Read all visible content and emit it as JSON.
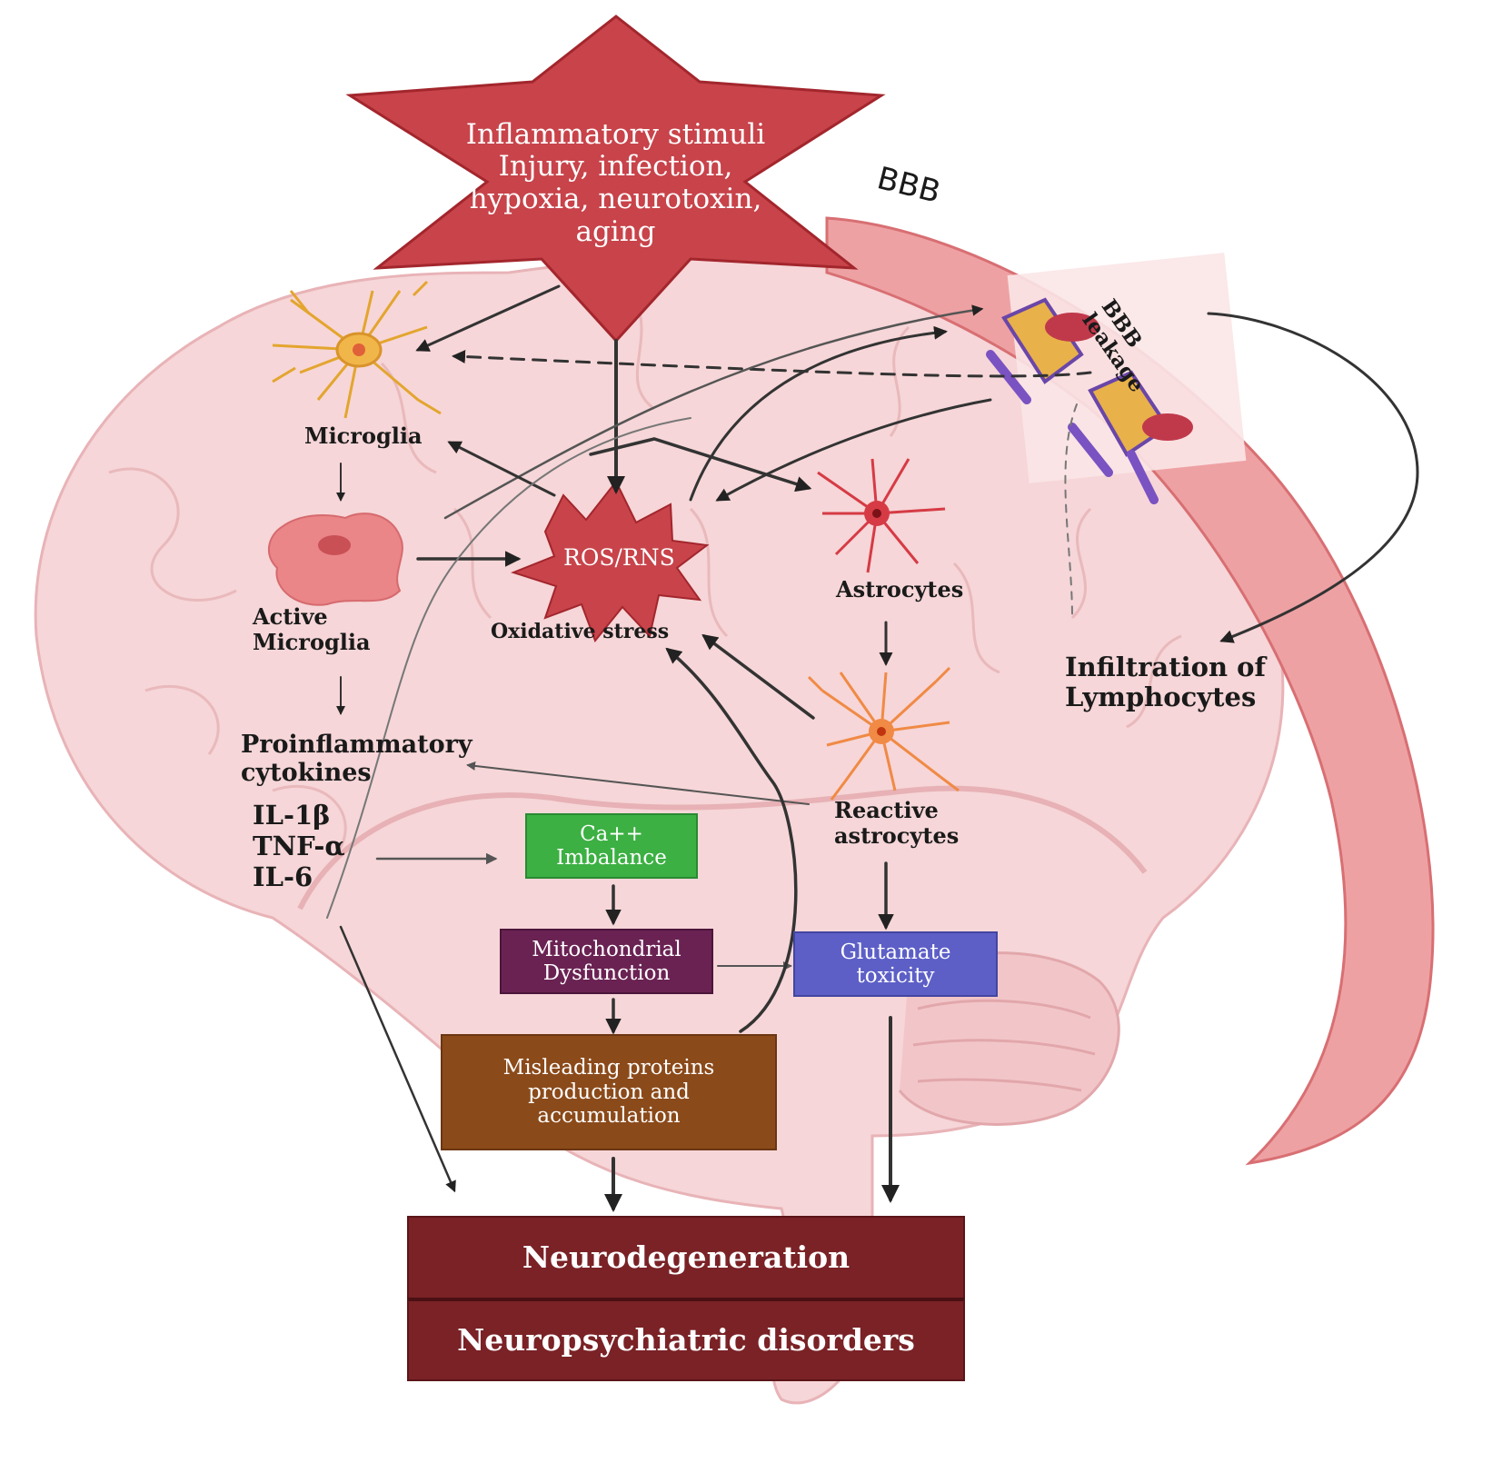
{
  "stimulus": {
    "lines": [
      "Inflammatory stimuli",
      "Injury, infection,",
      "hypoxia, neurotoxin,",
      "aging"
    ]
  },
  "bbb": {
    "label": "BBB",
    "leakage_lines": [
      "BBB",
      "leakage"
    ]
  },
  "microglia": {
    "label": "Microglia",
    "active_lines": [
      "Active",
      "Microglia"
    ]
  },
  "ros": {
    "label": "ROS/RNS",
    "oxidative": "Oxidative stress"
  },
  "astrocytes": {
    "label": "Astrocytes",
    "reactive_lines": [
      "Reactive",
      "astrocytes"
    ]
  },
  "lymphocytes": {
    "lines": [
      "Infiltration of",
      "Lymphocytes"
    ]
  },
  "cytokines": {
    "lines": [
      "Proinflammatory",
      "cytokines"
    ],
    "items": [
      "IL-1β",
      "TNF-α",
      "IL-6"
    ]
  },
  "ca_box": {
    "lines": [
      "Ca++",
      "Imbalance"
    ],
    "color": "#3cb043"
  },
  "mito_box": {
    "lines": [
      "Mitochondrial",
      "Dysfunction"
    ],
    "color": "#6a2253"
  },
  "glutamate_box": {
    "lines": [
      "Glutamate",
      "toxicity"
    ],
    "color": "#5d5fc7"
  },
  "protein_box": {
    "lines": [
      "Misleading proteins",
      "production and",
      "accumulation"
    ],
    "color": "#8b4a1a"
  },
  "outcome": {
    "top": "Neurodegeneration",
    "bottom": "Neuropsychiatric disorders",
    "color": "#7a2226"
  }
}
